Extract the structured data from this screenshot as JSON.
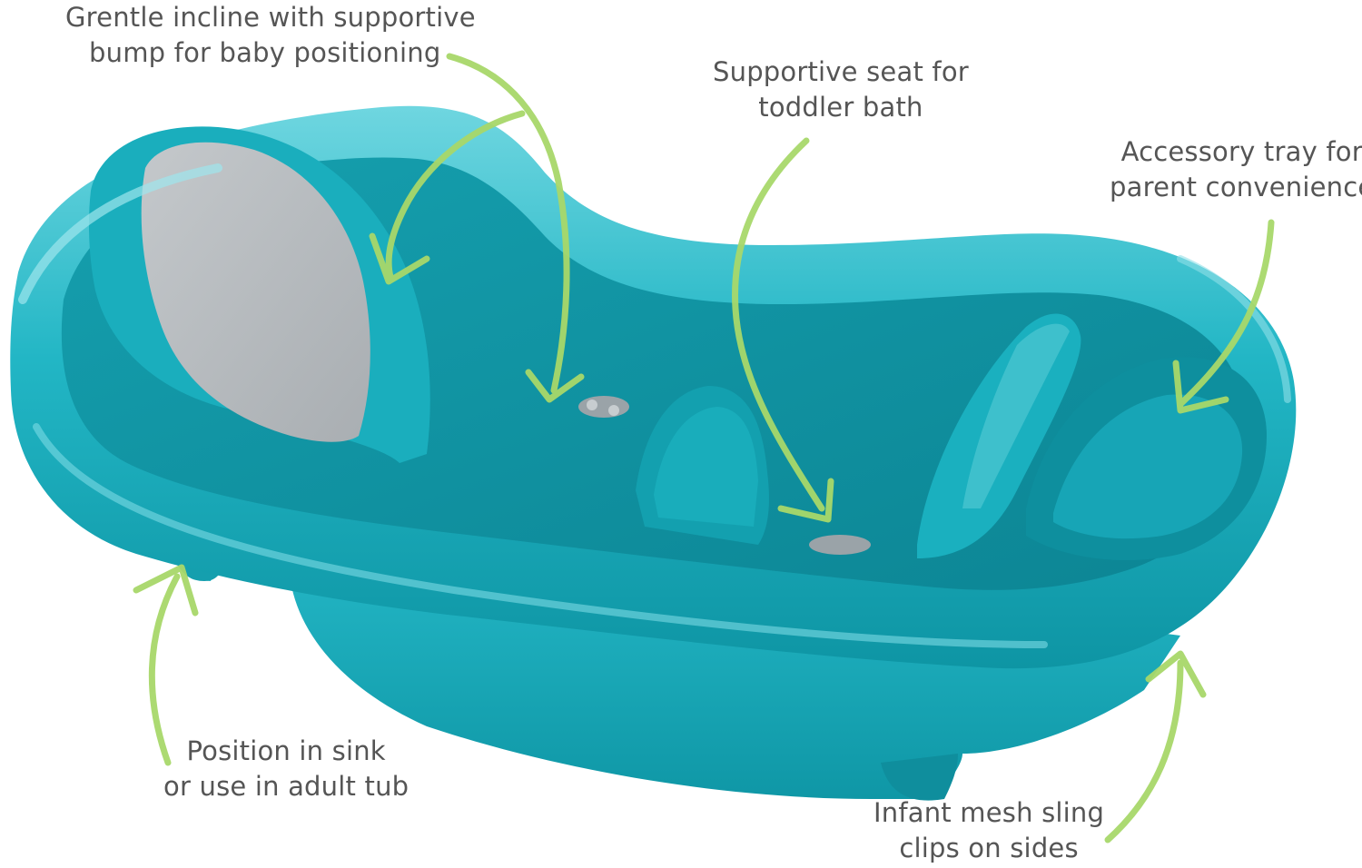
{
  "callouts": {
    "incline": {
      "line1": "Grentle incline with supportive",
      "line2": "bump for baby positioning"
    },
    "seat": {
      "line1": "Supportive seat for",
      "line2": "toddler bath"
    },
    "tray": {
      "line1": "Accessory tray for",
      "line2": "parent convenience"
    },
    "sink": {
      "line1": "Position in sink",
      "line2": "or use in adult tub"
    },
    "sling": {
      "line1": "Infant mesh sling",
      "line2": "clips on sides"
    }
  },
  "colors": {
    "background": "#ffffff",
    "tub": "#1cb0c0",
    "tub_dark": "#0d8f9f",
    "tub_light": "#5fd0db",
    "pad": "#b8bcc0",
    "arrow": "#a8d86a",
    "text": "#555555"
  },
  "icons": [
    "curved-arrow-icon"
  ]
}
